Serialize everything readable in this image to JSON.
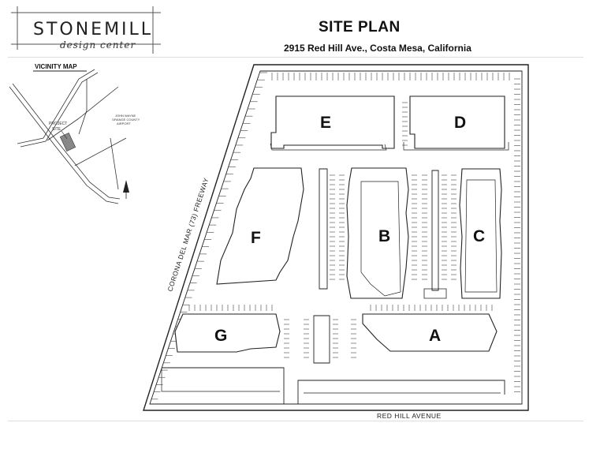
{
  "header": {
    "brand": "STONEMILL",
    "brand_sub": "design center",
    "title": "SITE PLAN",
    "address": "2915 Red Hill Ave., Costa Mesa, California"
  },
  "vicinity_map": {
    "title": "VICINITY MAP",
    "project_label_1": "PROJECT",
    "project_label_2": "SITE",
    "airport_1": "JOHN WAYNE",
    "airport_2": "ORANGE COUNTY",
    "airport_3": "AIRPORT"
  },
  "buildings": {
    "a": "A",
    "b": "B",
    "c": "C",
    "d": "D",
    "e": "E",
    "f": "F",
    "g": "G"
  },
  "roads": {
    "freeway": "CORONA DEL MAR (73) FREEWAY",
    "avenue": "RED HILL AVENUE"
  },
  "colors": {
    "ink": "#111111",
    "building_outline": "#222222",
    "site_fill": "#ffffff"
  }
}
